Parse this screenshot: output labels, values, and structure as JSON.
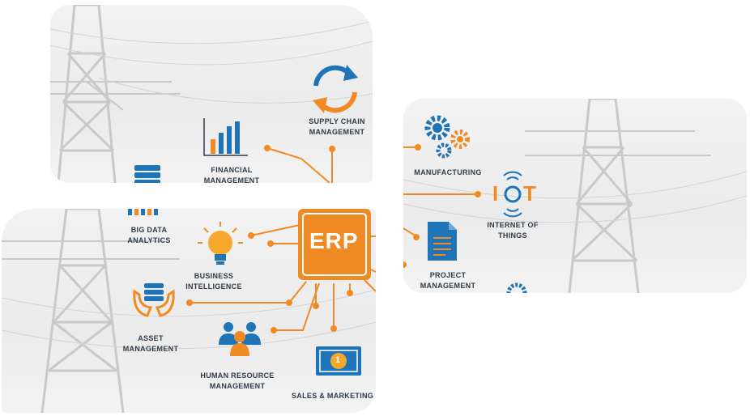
{
  "labels": {
    "supply_chain": "SUPPLY CHAIN\nMANAGEMENT",
    "financial": "FINANCIAL\nMANAGEMENT",
    "manufacturing": "MANUFACTURING",
    "iot": "INTERNET OF\nTHINGS",
    "project": "PROJECT\nMANAGEMENT",
    "big_data": "BIG DATA\nANALYTICS",
    "business_intel": "BUSINESS\nINTELLIGENCE",
    "asset": "ASSET\nMANAGEMENT",
    "hr": "HUMAN RESOURCE\nMANAGEMENT",
    "sales": "SALES & MARKETING"
  },
  "center": {
    "text": "ERP"
  },
  "iot_logo": {
    "text_i": "I",
    "text_t": "T"
  },
  "coin": {
    "text": "1"
  },
  "colors": {
    "accent": "#f08a24",
    "blue": "#1f73b7",
    "text": "#2f3b4a",
    "background": "#efefef"
  },
  "icons": [
    "sync-arrows-icon",
    "bar-chart-icon",
    "database-icon",
    "gears-icon",
    "iot-icon",
    "document-icon",
    "lightbulb-icon",
    "hands-database-icon",
    "people-icon",
    "money-icon",
    "erp-chip-icon",
    "pylon-icon"
  ]
}
